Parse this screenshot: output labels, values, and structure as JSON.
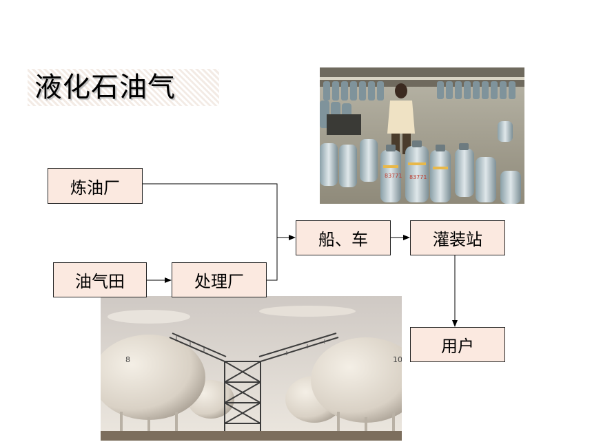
{
  "title": "液化石油气",
  "nodes": {
    "refinery": "炼油厂",
    "oilfield": "油气田",
    "processing": "处理厂",
    "transport": "船、车",
    "filling_station": "灌装站",
    "users": "用户"
  },
  "colors": {
    "box_fill": "#fbe9e0",
    "line": "#000000"
  }
}
